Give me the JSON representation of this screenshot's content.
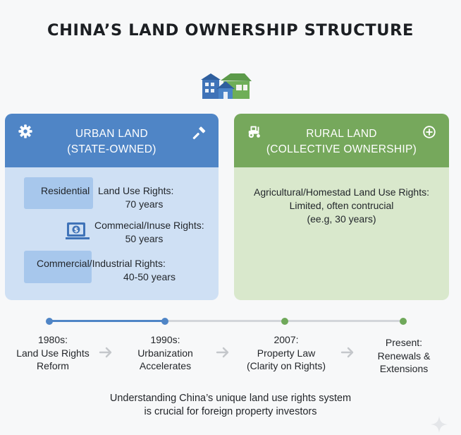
{
  "title": "CHINA’S LAND OWNERSHIP STRUCTURE",
  "icons": {
    "top": "houses-icon",
    "urban_left": "gear-icon",
    "urban_right": "hammer-icon",
    "rural_left": "tractor-icon",
    "rural_right": "plus-circle-icon",
    "commercial": "money-building-icon",
    "arrows": "chevron-right-icon",
    "corner": "sparkle-icon"
  },
  "colors": {
    "urban_header": "#4f85c6",
    "urban_body": "#cfe0f4",
    "rural_header": "#76a85c",
    "rural_body": "#d9e8cc",
    "timeline_blue": "#4f85c6",
    "timeline_green": "#6fa85a",
    "timeline_gray": "#d3d6da"
  },
  "urban": {
    "title_line1": "URBAN LAND",
    "title_line2": "(STATE-OWNED)",
    "residential_label": "Residential",
    "residential_rights": "Land Use Rights:",
    "residential_term": "70 years",
    "commercial_rights": "Commecial/Inuse Rights:",
    "commercial_term": "50 years",
    "industrial_rights": "Commercial/Industrial Rights:",
    "industrial_term": "40-50 years"
  },
  "rural": {
    "title_line1": "RURAL LAND",
    "title_line2": "(COLLECTIVE OWNERSHIP)",
    "line1": "Agricultural/Homestad Land Use Rights:",
    "line2": "Limited, often contrucial",
    "line3": "(ee.g, 30 years)"
  },
  "timeline": [
    {
      "line1": "1980s:",
      "line2": "Land Use Rights",
      "line3": "Reform",
      "dot_color": "#4f85c6"
    },
    {
      "line1": "1990s:",
      "line2": "Urbanization",
      "line3": "Accelerates",
      "dot_color": "#4f85c6"
    },
    {
      "line1": "2007:",
      "line2": "Property Law",
      "line3": "(Clarity on Rights)",
      "dot_color": "#6fa85a"
    },
    {
      "line1": "Present:",
      "line2": "Renewals &",
      "line3": "Extensions",
      "dot_color": "#6fa85a"
    }
  ],
  "footer": {
    "line1": "Understanding China’s unique land use rights system",
    "line2": "is crucial for foreign property investors"
  }
}
